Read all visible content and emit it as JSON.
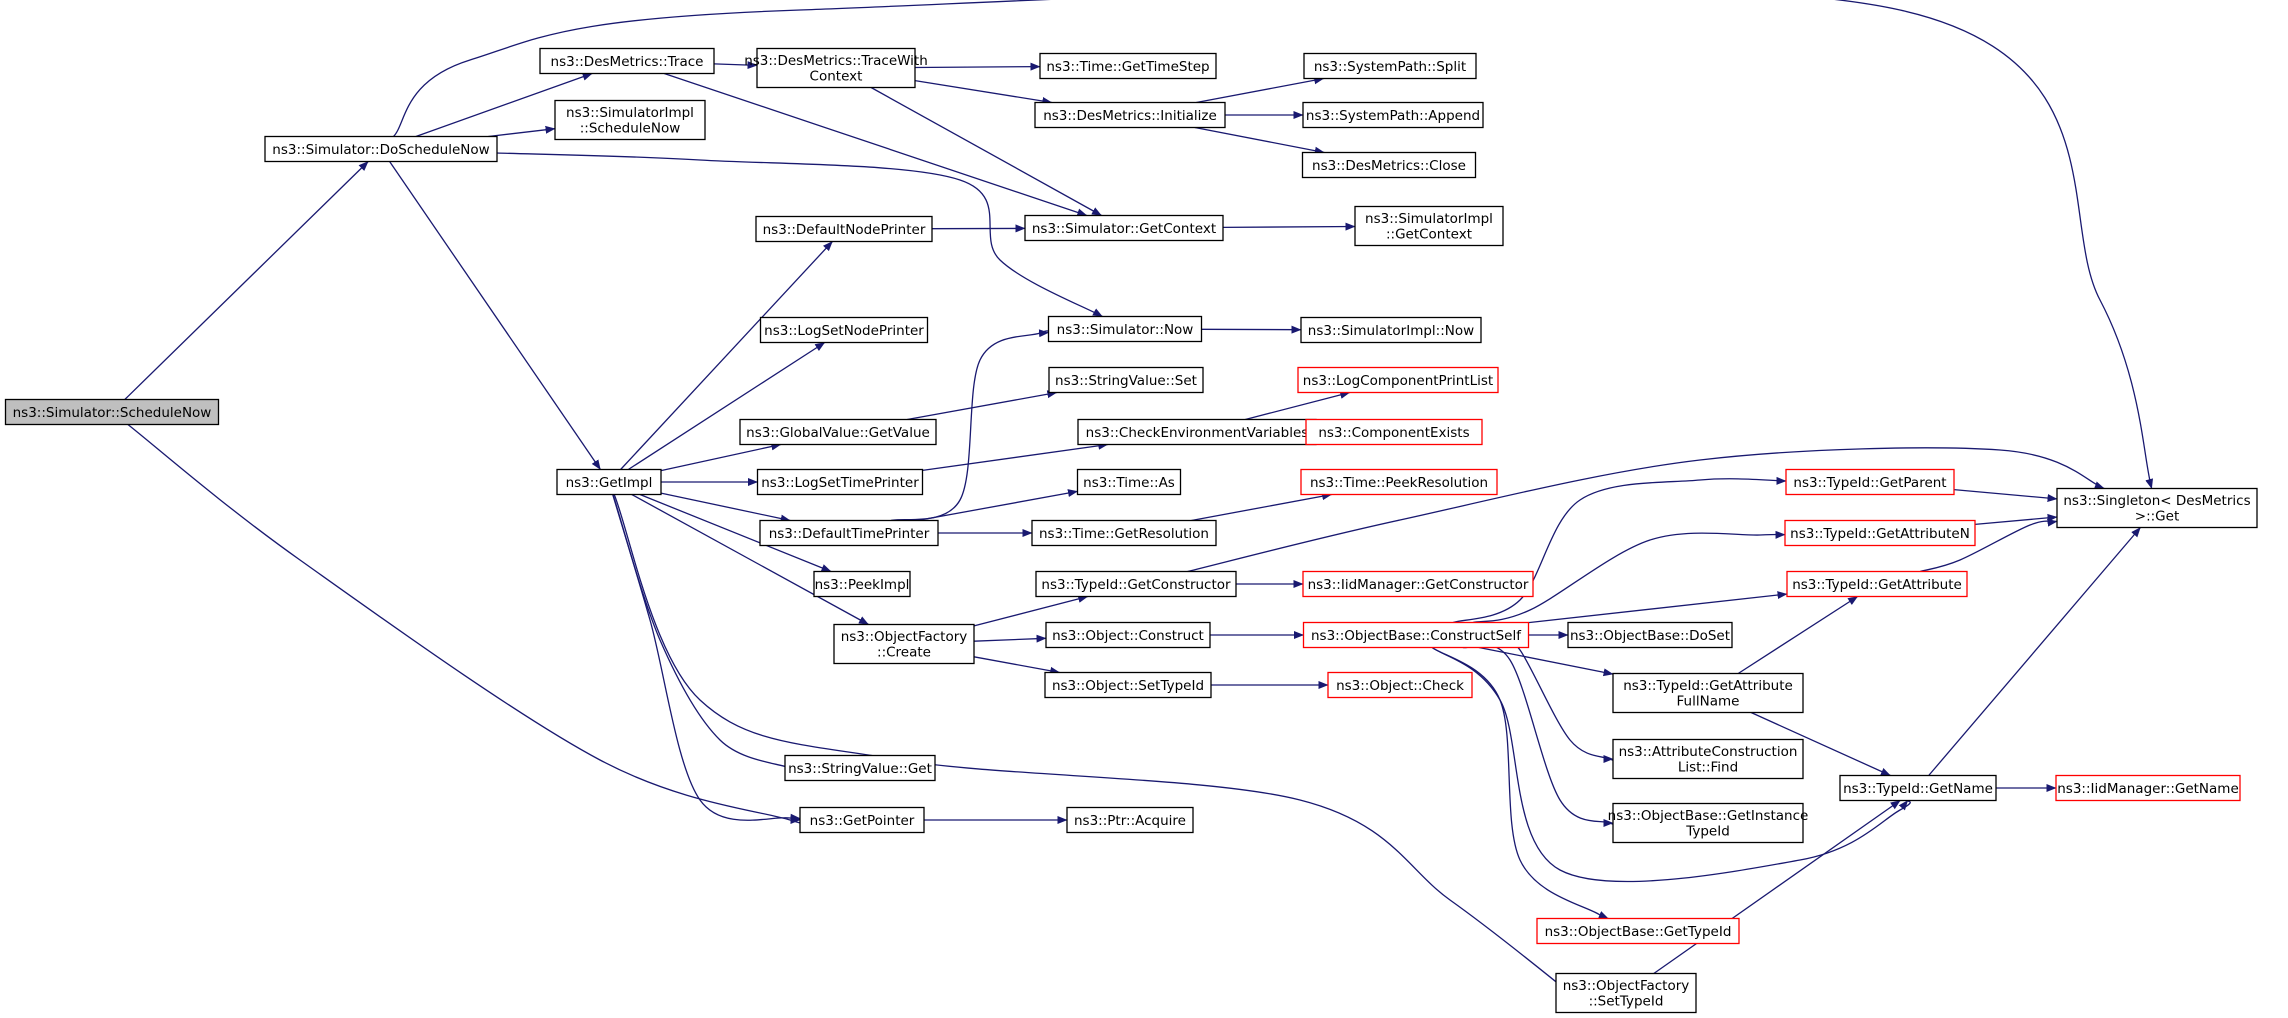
{
  "diagram": {
    "nodes": [
      {
        "id": "schedule_now",
        "lines": [
          "ns3::Simulator::ScheduleNow"
        ],
        "style": "root"
      },
      {
        "id": "do_schedule_now",
        "lines": [
          "ns3::Simulator::DoScheduleNow"
        ],
        "style": "normal"
      },
      {
        "id": "des_trace",
        "lines": [
          "ns3::DesMetrics::Trace"
        ],
        "style": "normal"
      },
      {
        "id": "simimpl_schedule_now",
        "lines": [
          "ns3::SimulatorImpl",
          "::ScheduleNow"
        ],
        "style": "normal"
      },
      {
        "id": "get_impl",
        "lines": [
          "ns3::GetImpl"
        ],
        "style": "normal"
      },
      {
        "id": "trace_with_context",
        "lines": [
          "ns3::DesMetrics::TraceWith",
          "Context"
        ],
        "style": "normal"
      },
      {
        "id": "get_context",
        "lines": [
          "ns3::Simulator::GetContext"
        ],
        "style": "normal"
      },
      {
        "id": "get_time_step",
        "lines": [
          "ns3::Time::GetTimeStep"
        ],
        "style": "normal"
      },
      {
        "id": "des_initialize",
        "lines": [
          "ns3::DesMetrics::Initialize"
        ],
        "style": "normal"
      },
      {
        "id": "singleton_get",
        "lines": [
          "ns3::Singleton< DesMetrics",
          " >::Get"
        ],
        "style": "normal"
      },
      {
        "id": "path_split",
        "lines": [
          "ns3::SystemPath::Split"
        ],
        "style": "normal"
      },
      {
        "id": "path_append",
        "lines": [
          "ns3::SystemPath::Append"
        ],
        "style": "normal"
      },
      {
        "id": "des_close",
        "lines": [
          "ns3::DesMetrics::Close"
        ],
        "style": "normal"
      },
      {
        "id": "default_node_printer",
        "lines": [
          "ns3::DefaultNodePrinter"
        ],
        "style": "normal"
      },
      {
        "id": "simimpl_get_context",
        "lines": [
          "ns3::SimulatorImpl",
          "::GetContext"
        ],
        "style": "normal"
      },
      {
        "id": "log_set_node_printer",
        "lines": [
          "ns3::LogSetNodePrinter"
        ],
        "style": "normal"
      },
      {
        "id": "sim_now",
        "lines": [
          "ns3::Simulator::Now"
        ],
        "style": "normal"
      },
      {
        "id": "simimpl_now",
        "lines": [
          "ns3::SimulatorImpl::Now"
        ],
        "style": "normal"
      },
      {
        "id": "gv_get_value",
        "lines": [
          "ns3::GlobalValue::GetValue"
        ],
        "style": "normal"
      },
      {
        "id": "string_value_set",
        "lines": [
          "ns3::StringValue::Set"
        ],
        "style": "normal"
      },
      {
        "id": "check_env_vars",
        "lines": [
          "ns3::CheckEnvironmentVariables"
        ],
        "style": "normal"
      },
      {
        "id": "log_component_print_list",
        "lines": [
          "ns3::LogComponentPrintList"
        ],
        "style": "red"
      },
      {
        "id": "component_exists",
        "lines": [
          "ns3::ComponentExists"
        ],
        "style": "red"
      },
      {
        "id": "log_set_time_printer",
        "lines": [
          "ns3::LogSetTimePrinter"
        ],
        "style": "normal"
      },
      {
        "id": "default_time_printer",
        "lines": [
          "ns3::DefaultTimePrinter"
        ],
        "style": "normal"
      },
      {
        "id": "time_as",
        "lines": [
          "ns3::Time::As"
        ],
        "style": "normal"
      },
      {
        "id": "time_get_resolution",
        "lines": [
          "ns3::Time::GetResolution"
        ],
        "style": "normal"
      },
      {
        "id": "time_peek_resolution",
        "lines": [
          "ns3::Time::PeekResolution"
        ],
        "style": "red"
      },
      {
        "id": "peek_impl",
        "lines": [
          "ns3::PeekImpl"
        ],
        "style": "normal"
      },
      {
        "id": "typeid_get_constructor",
        "lines": [
          "ns3::TypeId::GetConstructor"
        ],
        "style": "normal"
      },
      {
        "id": "iid_get_constructor",
        "lines": [
          "ns3::IidManager::GetConstructor"
        ],
        "style": "red"
      },
      {
        "id": "typeid_get_parent",
        "lines": [
          "ns3::TypeId::GetParent"
        ],
        "style": "red"
      },
      {
        "id": "typeid_get_attribute_n",
        "lines": [
          "ns3::TypeId::GetAttributeN"
        ],
        "style": "red"
      },
      {
        "id": "typeid_get_attribute",
        "lines": [
          "ns3::TypeId::GetAttribute"
        ],
        "style": "red"
      },
      {
        "id": "object_factory_create",
        "lines": [
          "ns3::ObjectFactory",
          "::Create"
        ],
        "style": "normal"
      },
      {
        "id": "object_construct",
        "lines": [
          "ns3::Object::Construct"
        ],
        "style": "normal"
      },
      {
        "id": "ob_construct_self",
        "lines": [
          "ns3::ObjectBase::ConstructSelf"
        ],
        "style": "red"
      },
      {
        "id": "ob_do_set",
        "lines": [
          "ns3::ObjectBase::DoSet"
        ],
        "style": "normal"
      },
      {
        "id": "object_set_type_id",
        "lines": [
          "ns3::Object::SetTypeId"
        ],
        "style": "normal"
      },
      {
        "id": "object_check",
        "lines": [
          "ns3::Object::Check"
        ],
        "style": "red"
      },
      {
        "id": "typeid_get_attr_full_name",
        "lines": [
          "ns3::TypeId::GetAttribute",
          "FullName"
        ],
        "style": "normal"
      },
      {
        "id": "attr_construction_list_find",
        "lines": [
          "ns3::AttributeConstruction",
          "List::Find"
        ],
        "style": "normal"
      },
      {
        "id": "typeid_get_name",
        "lines": [
          "ns3::TypeId::GetName"
        ],
        "style": "normal"
      },
      {
        "id": "iid_get_name",
        "lines": [
          "ns3::IidManager::GetName"
        ],
        "style": "red"
      },
      {
        "id": "string_value_get",
        "lines": [
          "ns3::StringValue::Get"
        ],
        "style": "normal"
      },
      {
        "id": "ob_get_instance_type_id",
        "lines": [
          "ns3::ObjectBase::GetInstance",
          "TypeId"
        ],
        "style": "normal"
      },
      {
        "id": "get_pointer",
        "lines": [
          "ns3::GetPointer"
        ],
        "style": "normal"
      },
      {
        "id": "ptr_acquire",
        "lines": [
          "ns3::Ptr::Acquire"
        ],
        "style": "normal"
      },
      {
        "id": "ob_get_type_id",
        "lines": [
          "ns3::ObjectBase::GetTypeId"
        ],
        "style": "red"
      },
      {
        "id": "object_factory_set_type_id",
        "lines": [
          "ns3::ObjectFactory",
          "::SetTypeId"
        ],
        "style": "normal"
      }
    ],
    "edges": [
      [
        "schedule_now",
        "do_schedule_now"
      ],
      [
        "schedule_now",
        "get_pointer"
      ],
      [
        "do_schedule_now",
        "des_trace"
      ],
      [
        "do_schedule_now",
        "simimpl_schedule_now"
      ],
      [
        "do_schedule_now",
        "get_impl"
      ],
      [
        "do_schedule_now",
        "singleton_get"
      ],
      [
        "do_schedule_now",
        "sim_now"
      ],
      [
        "des_trace",
        "trace_with_context"
      ],
      [
        "des_trace",
        "get_context"
      ],
      [
        "trace_with_context",
        "get_time_step"
      ],
      [
        "trace_with_context",
        "des_initialize"
      ],
      [
        "trace_with_context",
        "get_context"
      ],
      [
        "des_initialize",
        "path_split"
      ],
      [
        "des_initialize",
        "path_append"
      ],
      [
        "des_initialize",
        "des_close"
      ],
      [
        "get_context",
        "simimpl_get_context"
      ],
      [
        "get_impl",
        "default_node_printer"
      ],
      [
        "get_impl",
        "log_set_node_printer"
      ],
      [
        "get_impl",
        "gv_get_value"
      ],
      [
        "get_impl",
        "log_set_time_printer"
      ],
      [
        "get_impl",
        "default_time_printer"
      ],
      [
        "get_impl",
        "peek_impl"
      ],
      [
        "get_impl",
        "object_factory_create"
      ],
      [
        "get_impl",
        "string_value_get"
      ],
      [
        "get_impl",
        "get_pointer"
      ],
      [
        "get_impl",
        "object_factory_set_type_id"
      ],
      [
        "default_node_printer",
        "get_context"
      ],
      [
        "sim_now",
        "simimpl_now"
      ],
      [
        "gv_get_value",
        "string_value_set"
      ],
      [
        "log_set_time_printer",
        "check_env_vars"
      ],
      [
        "check_env_vars",
        "log_component_print_list"
      ],
      [
        "check_env_vars",
        "component_exists"
      ],
      [
        "default_time_printer",
        "sim_now"
      ],
      [
        "default_time_printer",
        "time_as"
      ],
      [
        "default_time_printer",
        "time_get_resolution"
      ],
      [
        "time_get_resolution",
        "time_peek_resolution"
      ],
      [
        "object_factory_create",
        "typeid_get_constructor"
      ],
      [
        "object_factory_create",
        "object_construct"
      ],
      [
        "object_factory_create",
        "object_set_type_id"
      ],
      [
        "typeid_get_constructor",
        "iid_get_constructor"
      ],
      [
        "typeid_get_constructor",
        "singleton_get"
      ],
      [
        "object_construct",
        "ob_construct_self"
      ],
      [
        "object_set_type_id",
        "object_check"
      ],
      [
        "ob_construct_self",
        "typeid_get_parent"
      ],
      [
        "ob_construct_self",
        "typeid_get_attribute_n"
      ],
      [
        "ob_construct_self",
        "typeid_get_attribute"
      ],
      [
        "ob_construct_self",
        "ob_do_set"
      ],
      [
        "ob_construct_self",
        "typeid_get_attr_full_name"
      ],
      [
        "ob_construct_self",
        "attr_construction_list_find"
      ],
      [
        "ob_construct_self",
        "ob_get_instance_type_id"
      ],
      [
        "ob_construct_self",
        "ob_get_type_id"
      ],
      [
        "ob_construct_self",
        "typeid_get_name"
      ],
      [
        "typeid_get_parent",
        "singleton_get"
      ],
      [
        "typeid_get_attribute_n",
        "singleton_get"
      ],
      [
        "typeid_get_attribute",
        "singleton_get"
      ],
      [
        "typeid_get_attr_full_name",
        "typeid_get_attribute"
      ],
      [
        "typeid_get_attr_full_name",
        "typeid_get_name"
      ],
      [
        "typeid_get_name",
        "singleton_get"
      ],
      [
        "typeid_get_name",
        "iid_get_name"
      ],
      [
        "get_pointer",
        "ptr_acquire"
      ],
      [
        "object_factory_set_type_id",
        "typeid_get_name"
      ]
    ]
  }
}
